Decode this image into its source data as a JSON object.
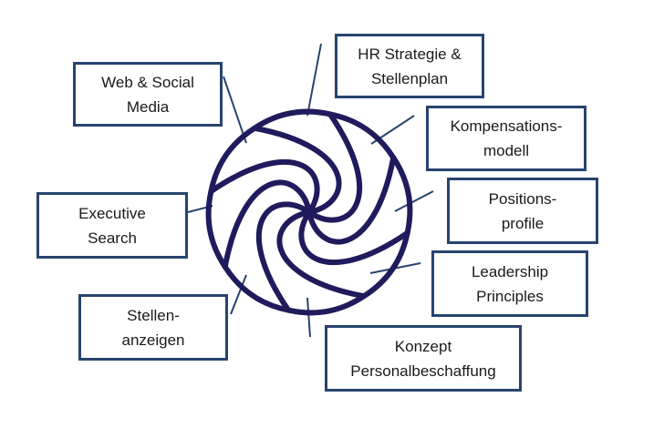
{
  "colors": {
    "flower_stroke": "#1f1b5c",
    "connector": "#27446e",
    "box_border": "#27446e",
    "text": "#1a1a1a"
  },
  "icons": {
    "center": "spiral-flower-icon"
  },
  "boxes": {
    "hr_strategie": {
      "line1": "HR Strategie &",
      "line2": "Stellenplan"
    },
    "web_social": {
      "line1": "Web & Social",
      "line2": "Media"
    },
    "kompensation": {
      "line1": "Kompensations-",
      "line2": "modell"
    },
    "executive": {
      "line1": "Executive",
      "line2": "Search"
    },
    "positions": {
      "line1": "Positions-",
      "line2": "profile"
    },
    "leadership": {
      "line1": "Leadership",
      "line2": "Principles"
    },
    "stellenanzeigen": {
      "line1": "Stellen-",
      "line2": "anzeigen"
    },
    "konzept": {
      "line1": "Konzept",
      "line2": "Personalbeschaffung"
    }
  }
}
